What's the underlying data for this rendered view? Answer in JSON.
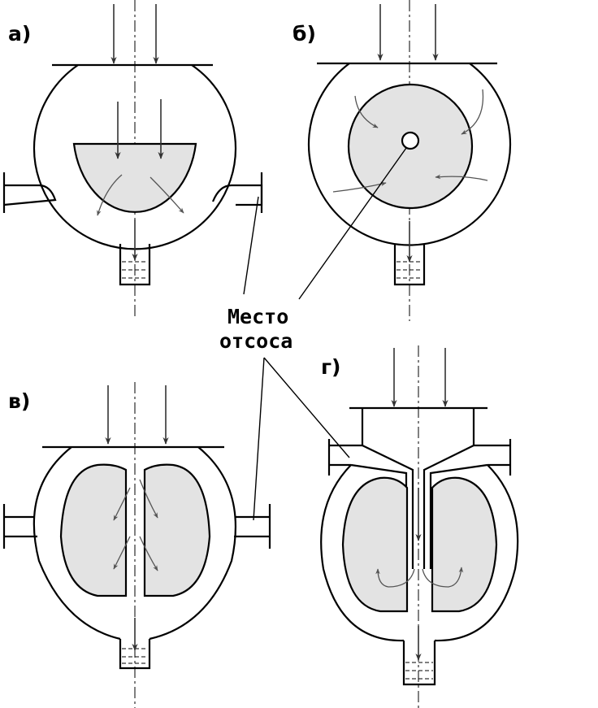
{
  "panels": {
    "a": {
      "label": "а)"
    },
    "b": {
      "label": "б)"
    },
    "v": {
      "label": "в)"
    },
    "g": {
      "label": "г)"
    }
  },
  "callout": {
    "line1": "Место",
    "line2": "отсоса"
  },
  "colors": {
    "shading": "#e3e3e3",
    "outline": "#000000",
    "background": "#ffffff"
  }
}
